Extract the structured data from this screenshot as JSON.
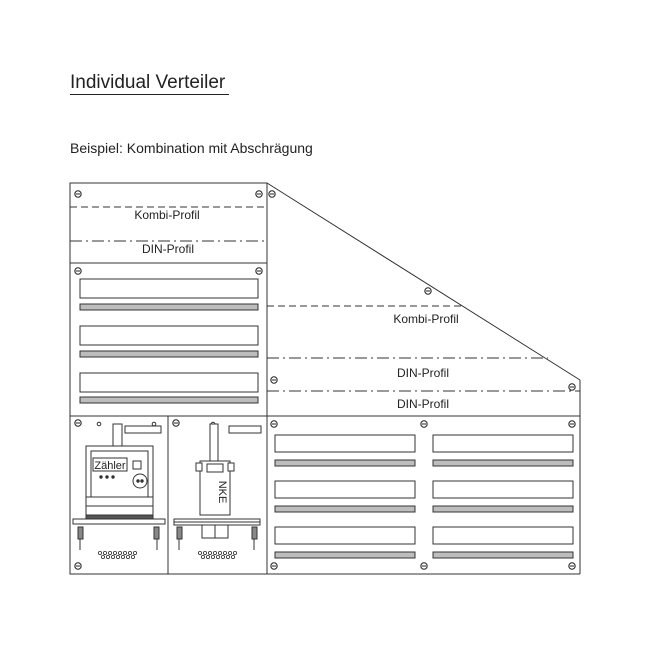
{
  "title": "Individual Verteiler",
  "subtitle": "Beispiel: Kombination mit Abschrägung",
  "labels": {
    "kombi_left": "Kombi-Profil",
    "din_left": "DIN-Profil",
    "kombi_right": "Kombi-Profil",
    "din_right_1": "DIN-Profil",
    "din_right_2": "DIN-Profil",
    "meter": "Zähler",
    "nke": "NKE"
  }
}
